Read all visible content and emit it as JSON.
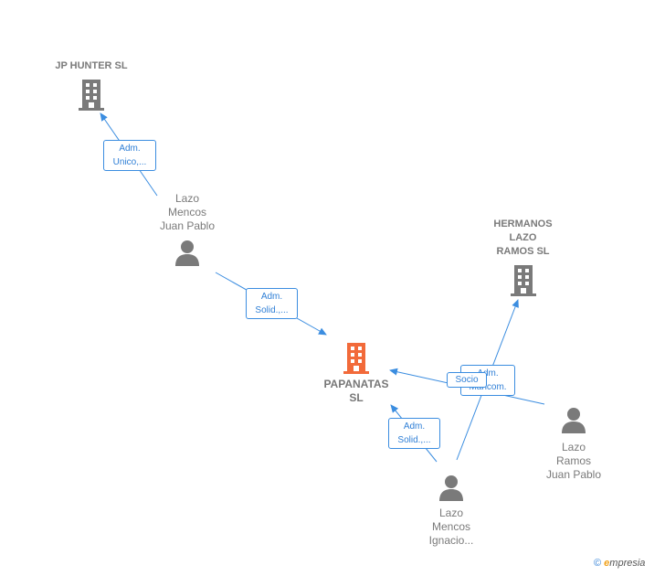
{
  "nodes": {
    "jp_hunter": {
      "label": "JP HUNTER  SL"
    },
    "hermanos": {
      "label": "HERMANOS\nLAZO\nRAMOS  SL"
    },
    "papanatas": {
      "label": "PAPANATAS\nSL"
    },
    "lazo_juan": {
      "label": "Lazo\nMencos\nJuan Pablo"
    },
    "lazo_ramos": {
      "label": "Lazo\nRamos\nJuan Pablo"
    },
    "lazo_ignacio": {
      "label": "Lazo\nMencos\nIgnacio..."
    }
  },
  "edges": {
    "e1": {
      "label": "Adm.\nUnico,..."
    },
    "e2": {
      "label": "Adm.\nSolid.,..."
    },
    "e3": {
      "label": "Adm.\nMancom."
    },
    "e4": {
      "label": "Socio"
    },
    "e5": {
      "label": "Adm.\nSolid.,..."
    }
  },
  "colors": {
    "edge": "#3b8de0",
    "node_gray": "#7a7a7a",
    "main_company": "#f26a3a"
  },
  "icons": {
    "company": "building-icon",
    "person": "person-icon"
  },
  "footer": {
    "copyright": "©",
    "brand_e": "e",
    "brand_rest": "mpresia"
  }
}
